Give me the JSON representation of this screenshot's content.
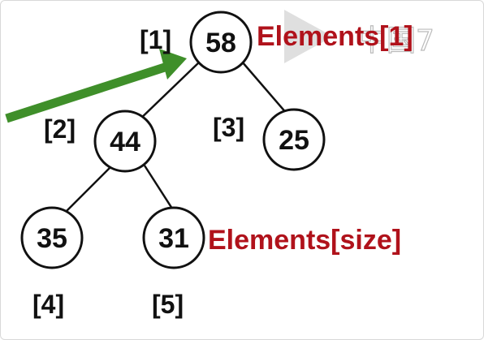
{
  "colors": {
    "annotation": "#b0121b",
    "arrow": "#3f8f2a",
    "node_stroke": "#111111",
    "watermark": "#bbbbbb"
  },
  "watermark": {
    "icon": "play-triangle-icon",
    "text": "中国7"
  },
  "tree": {
    "nodes": [
      {
        "value": "58",
        "index": "[1]"
      },
      {
        "value": "44",
        "index": "[2]"
      },
      {
        "value": "25",
        "index": "[3]"
      },
      {
        "value": "35",
        "index": "[4]"
      },
      {
        "value": "31",
        "index": "[5]"
      }
    ],
    "edges": [
      [
        1,
        2
      ],
      [
        1,
        3
      ],
      [
        2,
        4
      ],
      [
        2,
        5
      ]
    ]
  },
  "annotations": {
    "root_label": "Elements[1]",
    "last_label": "Elements[size]"
  },
  "pointer_arrow": {
    "icon": "arrow-icon",
    "target_node": "1"
  }
}
